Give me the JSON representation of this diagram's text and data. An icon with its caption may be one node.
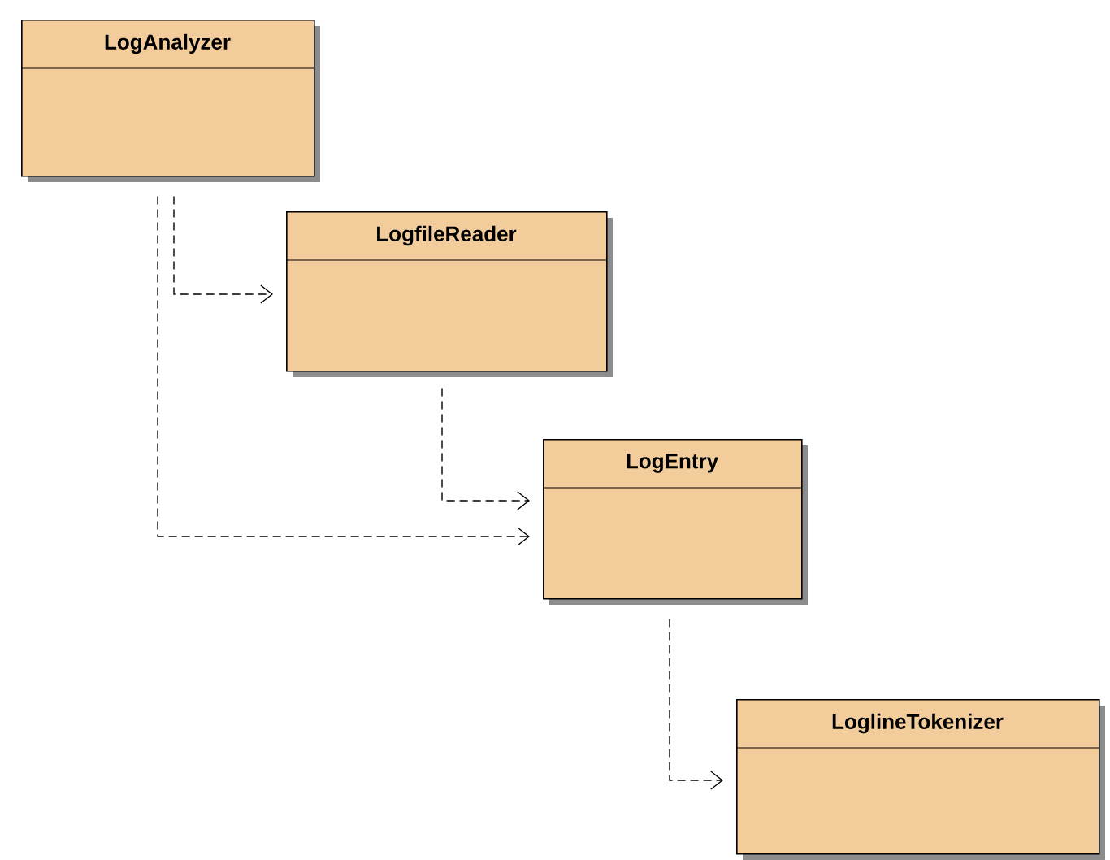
{
  "diagram": {
    "nodes": [
      {
        "text": [
          "LogAnalyzer"
        ]
      },
      {
        "text": [
          "LogfileReader"
        ]
      },
      {
        "text": [
          "LogEntry"
        ]
      },
      {
        "text": [
          "LoglineTokenizer"
        ]
      }
    ],
    "edges": [
      {
        "from": 0,
        "to": 1,
        "arrow": "to",
        "style": "dashed"
      },
      {
        "from": 1,
        "to": 2,
        "arrow": "to",
        "style": "dashed"
      },
      {
        "from": 0,
        "to": 2,
        "arrow": "to",
        "style": "dashed"
      },
      {
        "from": 2,
        "to": 3,
        "arrow": "to",
        "style": "dashed"
      }
    ]
  }
}
